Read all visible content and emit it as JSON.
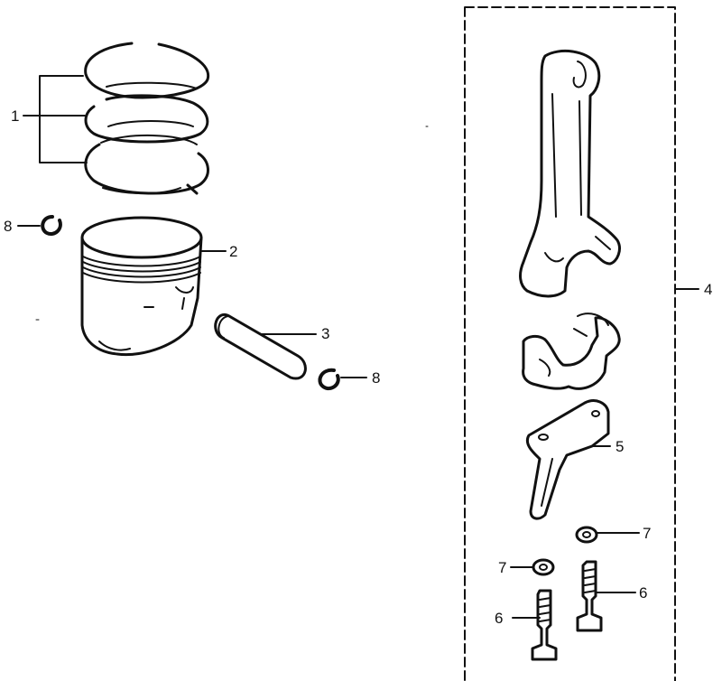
{
  "diagram": {
    "labels": {
      "rings": "1",
      "piston": "2",
      "pin": "3",
      "rod_assembly": "4",
      "oil_jet": "5",
      "bolt_left": "6",
      "bolt_right": "6",
      "washer_right": "7",
      "washer_left": "7",
      "clip_left": "8",
      "clip_right": "8"
    }
  }
}
